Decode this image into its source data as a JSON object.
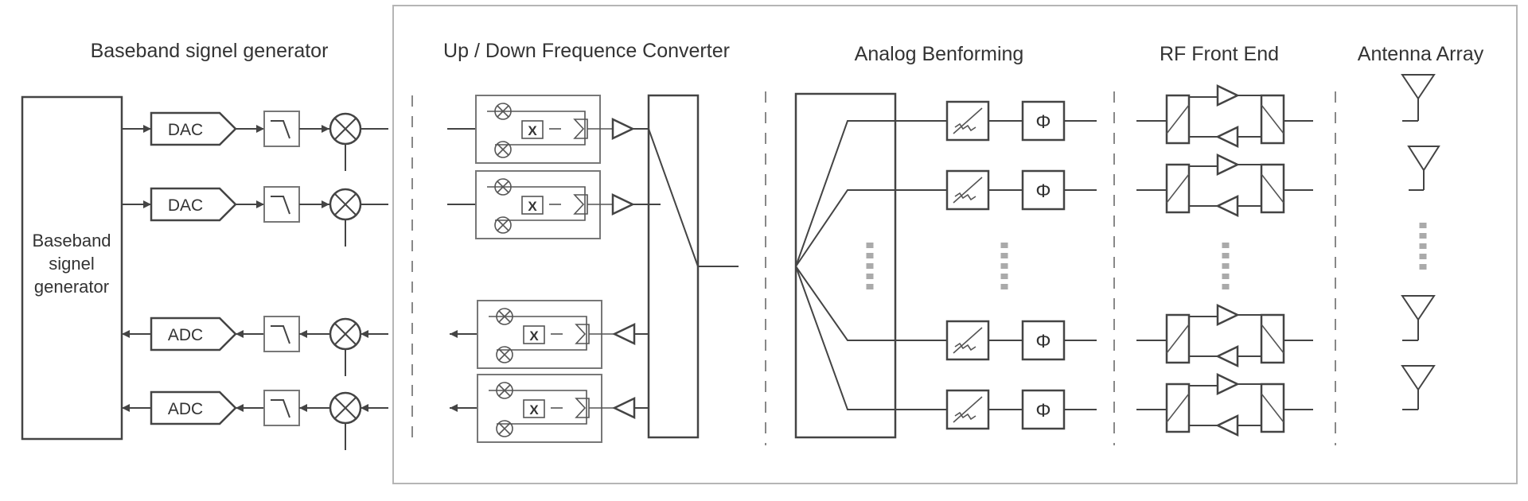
{
  "sections": {
    "baseband_title": "Baseband signel generator",
    "converter_title": "Up / Down Frequence Converter",
    "beamforming_title": "Analog Benforming",
    "rf_title": "RF Front End",
    "antenna_title": "Antenna Array"
  },
  "baseband_block": {
    "line1": "Baseband",
    "line2": "signel",
    "line3": "generator"
  },
  "converters": [
    "DAC",
    "DAC",
    "ADC",
    "ADC"
  ],
  "mixer_label": "X",
  "phase_label": "Φ"
}
